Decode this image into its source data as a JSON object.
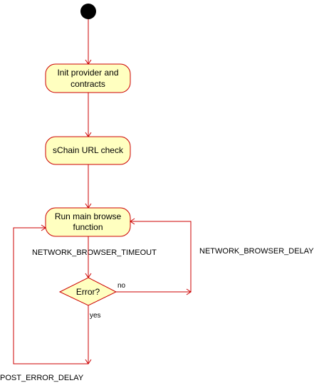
{
  "diagram": {
    "type": "activity",
    "colors": {
      "stroke": "#cc0000",
      "fill": "#ffffc0",
      "start": "#000000",
      "text": "#000000"
    },
    "nodes": {
      "start": {
        "kind": "initial"
      },
      "init": {
        "line1": "Init provider and",
        "line2": "contracts"
      },
      "schain": {
        "line1": "sChain URL check"
      },
      "browse": {
        "line1": "Run main browse",
        "line2": "function"
      },
      "error": {
        "line1": "Error?"
      }
    },
    "edges": {
      "error_no": {
        "label": "no"
      },
      "error_yes": {
        "label": "yes"
      }
    },
    "labels": {
      "browser_timeout": "NETWORK_BROWSER_TIMEOUT",
      "browser_delay": "NETWORK_BROWSER_DELAY",
      "post_error_delay": "POST_ERROR_DELAY"
    }
  }
}
